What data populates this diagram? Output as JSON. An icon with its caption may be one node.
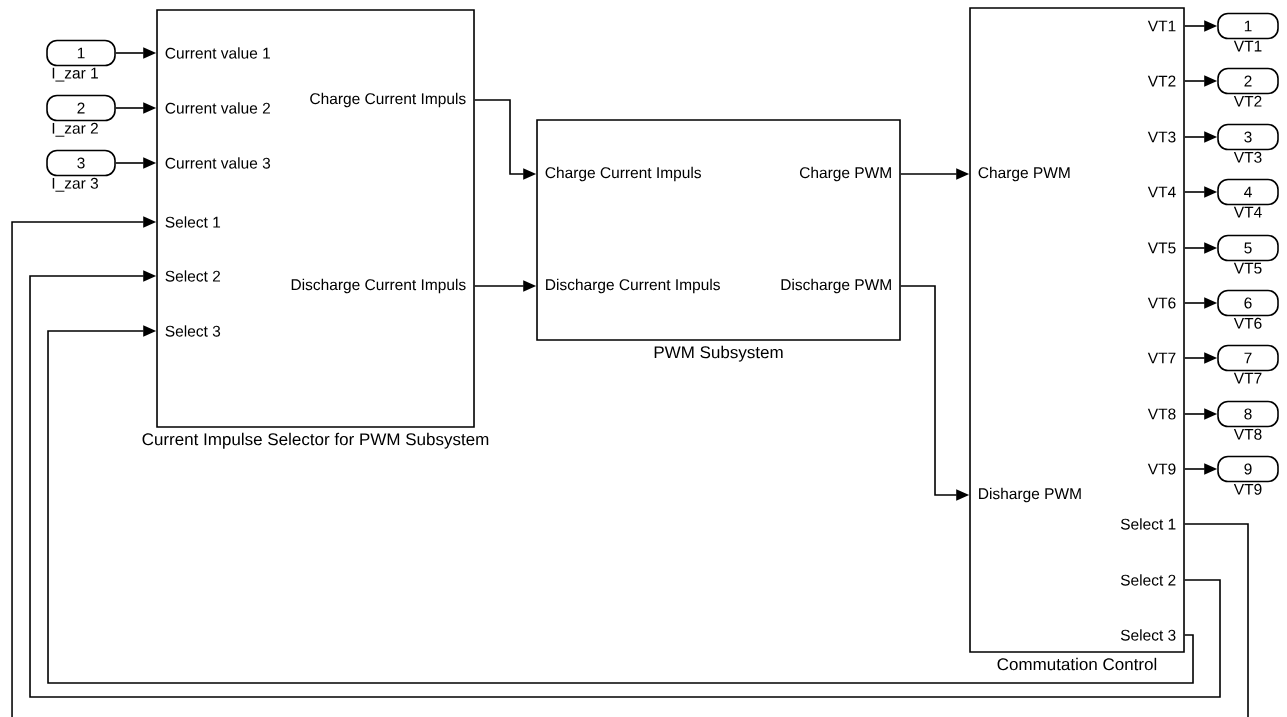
{
  "diagram": {
    "nodes": [
      {
        "text": [
          "1"
        ],
        "beside": [
          "I_zar 1"
        ]
      },
      {
        "text": [
          "2"
        ],
        "beside": [
          "I_zar 2"
        ]
      },
      {
        "text": [
          "3"
        ],
        "beside": [
          "I_zar 3"
        ]
      },
      {
        "text": [
          "Current value 1",
          "Current value 2",
          "Current value 3",
          "Select 1",
          "Select 2",
          "Select 3",
          "Charge Current Impuls",
          "Discharge Current Impuls",
          "Current Impulse Selector for PWM Subsystem"
        ]
      },
      {
        "text": [
          "Charge Current Impuls",
          "Discharge Current Impuls",
          "Charge PWM",
          "Discharge PWM",
          "PWM Subsystem"
        ]
      },
      {
        "text": [
          "Charge PWM",
          "Disharge PWM",
          "VT1",
          "VT2",
          "VT3",
          "VT4",
          "VT5",
          "VT6",
          "VT7",
          "VT8",
          "VT9",
          "Select 1",
          "Select 2",
          "Select 3",
          "Commutation Control"
        ]
      },
      {
        "text": [
          "1"
        ],
        "beside": [
          "VT1"
        ]
      },
      {
        "text": [
          "2"
        ],
        "beside": [
          "VT2"
        ]
      },
      {
        "text": [
          "3"
        ],
        "beside": [
          "VT3"
        ]
      },
      {
        "text": [
          "4"
        ],
        "beside": [
          "VT4"
        ]
      },
      {
        "text": [
          "5"
        ],
        "beside": [
          "VT5"
        ]
      },
      {
        "text": [
          "6"
        ],
        "beside": [
          "VT6"
        ]
      },
      {
        "text": [
          "7"
        ],
        "beside": [
          "VT7"
        ]
      },
      {
        "text": [
          "8"
        ],
        "beside": [
          "VT8"
        ]
      },
      {
        "text": [
          "9"
        ],
        "beside": [
          "VT9"
        ]
      }
    ],
    "edges": [
      {
        "from": 0,
        "to": 3,
        "arrow": "to"
      },
      {
        "from": 1,
        "to": 3,
        "arrow": "to"
      },
      {
        "from": 2,
        "to": 3,
        "arrow": "to"
      },
      {
        "from": 3,
        "to": 4,
        "arrow": "to"
      },
      {
        "from": 3,
        "to": 4,
        "arrow": "to"
      },
      {
        "from": 4,
        "to": 5,
        "arrow": "to"
      },
      {
        "from": 4,
        "to": 5,
        "arrow": "to"
      },
      {
        "from": 5,
        "to": 6,
        "arrow": "to"
      },
      {
        "from": 5,
        "to": 7,
        "arrow": "to"
      },
      {
        "from": 5,
        "to": 8,
        "arrow": "to"
      },
      {
        "from": 5,
        "to": 9,
        "arrow": "to"
      },
      {
        "from": 5,
        "to": 10,
        "arrow": "to"
      },
      {
        "from": 5,
        "to": 11,
        "arrow": "to"
      },
      {
        "from": 5,
        "to": 12,
        "arrow": "to"
      },
      {
        "from": 5,
        "to": 13,
        "arrow": "to"
      },
      {
        "from": 5,
        "to": 14,
        "arrow": "to"
      },
      {
        "from": 5,
        "to": 3,
        "arrow": "to"
      },
      {
        "from": 5,
        "to": 3,
        "arrow": "to"
      },
      {
        "from": 5,
        "to": 3,
        "arrow": "to"
      }
    ]
  }
}
